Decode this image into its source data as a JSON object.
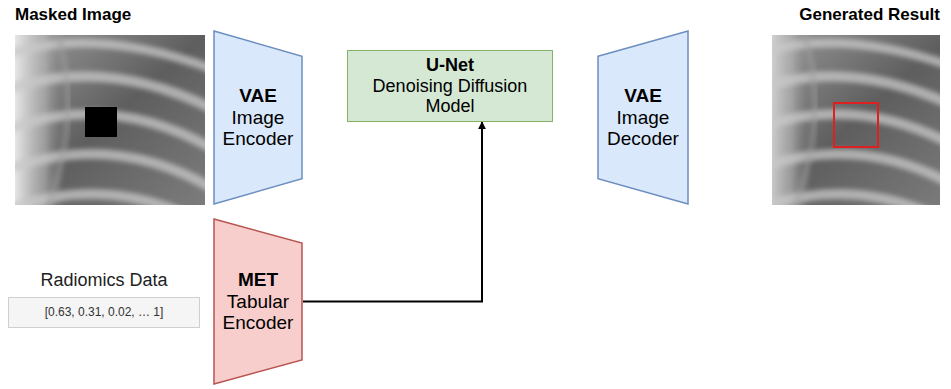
{
  "diagram": {
    "nodes": [
      {
        "text": [
          "VAE",
          "Image Encoder"
        ]
      },
      {
        "text": [
          "U-Net",
          "Denoising Diffusion Model"
        ]
      },
      {
        "text": [
          "VAE",
          "Image Decoder"
        ]
      },
      {
        "text": [
          "Radiomics Data",
          "[0.63, 0.31, 0.02, … 1]"
        ]
      },
      {
        "text": [
          "MET",
          "Tabular Encoder"
        ]
      }
    ],
    "edges": [
      {
        "from": 4,
        "to": 1,
        "arrow": "to"
      }
    ],
    "labels": [
      "Masked Image",
      "Generated Result"
    ]
  }
}
